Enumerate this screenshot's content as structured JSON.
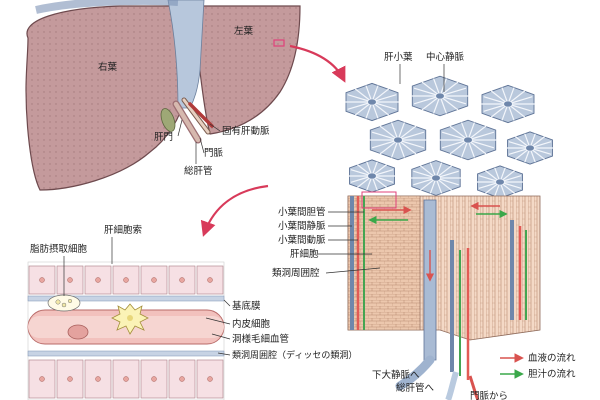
{
  "labels": {
    "right_lobe": "右葉",
    "left_lobe": "左葉",
    "hepatic_hilum": "肝門",
    "proper_hepatic_artery": "固有肝動脈",
    "portal_vein": "門脈",
    "common_hepatic_duct": "総肝管",
    "hepatic_lobule": "肝小葉",
    "central_vein": "中心静脈",
    "interlobular_bile_duct": "小葉間胆管",
    "interlobular_vein": "小葉間静脈",
    "interlobular_artery": "小葉間動脈",
    "hepatocyte": "肝細胞",
    "perisinusoidal_space": "類洞周囲腔",
    "hepatic_cord": "肝細胞索",
    "fat_storing_cell": "脂肪摂取細胞",
    "basement_membrane": "基底膜",
    "endothelial_cell": "内皮細胞",
    "sinusoid": "洞様毛細血管",
    "space_of_disse": "類洞周囲腔（ディッセの類洞）",
    "to_ivc": "下大静脈へ",
    "to_common_duct": "総肝管へ",
    "from_portal": "門脈から"
  },
  "legend": {
    "blood_flow": "血液の流れ",
    "bile_flow": "胆汁の流れ"
  },
  "colors": {
    "liver": "#c49a9c",
    "liver_dark": "#9d6f73",
    "vein_blue": "#9fb3cf",
    "artery_red": "#d9534f",
    "bile_green": "#3aa84a",
    "hepatocyte": "#e9c3aa",
    "sinusoid_pink": "#f2c1bd"
  }
}
